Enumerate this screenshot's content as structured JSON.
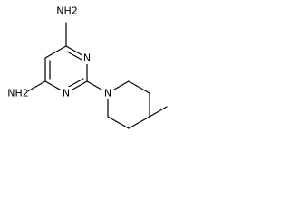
{
  "molecule": {
    "atoms": {
      "amine_top": "NH2",
      "amine_left": "NH2",
      "ring_n_upper": "N",
      "ring_n_lower": "N",
      "piperidine_n": "N"
    },
    "atom_label_color": "#000000",
    "bond_color": "#000000",
    "background": "#ffffff"
  }
}
